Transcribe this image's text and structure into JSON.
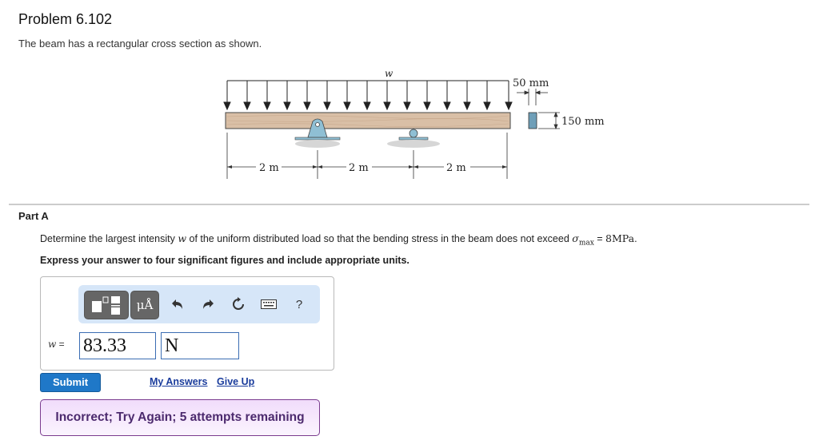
{
  "header": {
    "title": "Problem 6.102",
    "subtitle": "The beam has a rectangular cross section as shown."
  },
  "figure": {
    "load_label": "w",
    "spans": [
      "2 m",
      "2 m",
      "2 m"
    ],
    "cross_section": {
      "width_label": "50 mm",
      "height_label": "150 mm"
    },
    "colors": {
      "beam": "#d9bfa6",
      "support": "#8fbfd4",
      "cross_section": "#6f9fb8"
    }
  },
  "part": {
    "label": "Part A",
    "question_prefix": "Determine the largest intensity ",
    "question_var": "w",
    "question_mid": " of the uniform distributed load so that the bending stress in the beam does not exceed ",
    "sigma": "σ",
    "sigma_sub": "max",
    "question_eq": " = ",
    "question_value": "8MPa",
    "question_end": ".",
    "instruction": "Express your answer to four significant figures and include appropriate units."
  },
  "answer": {
    "toolbar": {
      "templates_icon": "templates-icon",
      "units_label": "μÅ",
      "undo_icon": "undo-icon",
      "redo_icon": "redo-icon",
      "reset_icon": "reset-icon",
      "keyboard_icon": "keyboard-icon",
      "help_label": "?"
    },
    "var_label": "w",
    "equals": " =",
    "value": "83.33",
    "unit": "N"
  },
  "actions": {
    "submit_label": "Submit",
    "my_answers_label": "My Answers",
    "give_up_label": "Give Up"
  },
  "feedback": {
    "message": "Incorrect; Try Again; 5 attempts remaining",
    "color": "#4c2a6e"
  }
}
